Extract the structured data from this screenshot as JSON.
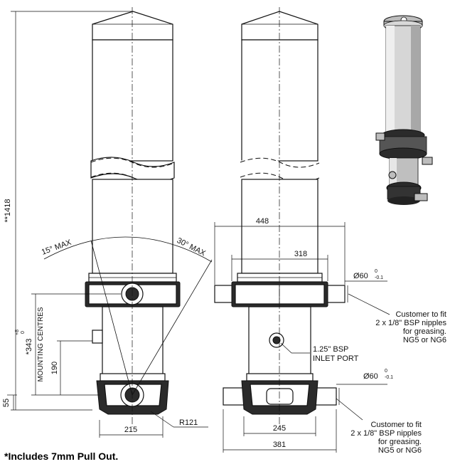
{
  "dimensions": {
    "overall_height": "**1418",
    "mounting_centres_value": "*343",
    "mounting_tol_upper": "+8",
    "mounting_tol_lower": "0",
    "mounting_centres_label": "MOUNTING CENTRES",
    "dim_190": "190",
    "dim_55": "55",
    "dim_215": "215",
    "radius": "R121",
    "angle_left": "15° MAX",
    "angle_right": "30° MAX",
    "dim_448": "448",
    "dim_318": "318",
    "dim_245": "245",
    "dim_381": "381",
    "trunnion_dia_top": "Ø60",
    "trunnion_dia_bottom": "Ø60",
    "tol_upper": "0",
    "tol_lower": "-0.1"
  },
  "callouts": {
    "inlet_port_line1": "1.25\" BSP",
    "inlet_port_line2": "INLET PORT",
    "grease_top": [
      "Customer to fit",
      "2 x 1/8\" BSP nipples",
      "for greasing.",
      "NG5 or NG6"
    ],
    "grease_bottom": [
      "Customer to fit",
      "2 x 1/8\" BSP nipples",
      "for greasing.",
      "NG5 or NG6"
    ]
  },
  "footer": {
    "note": "*Includes 7mm Pull Out."
  }
}
